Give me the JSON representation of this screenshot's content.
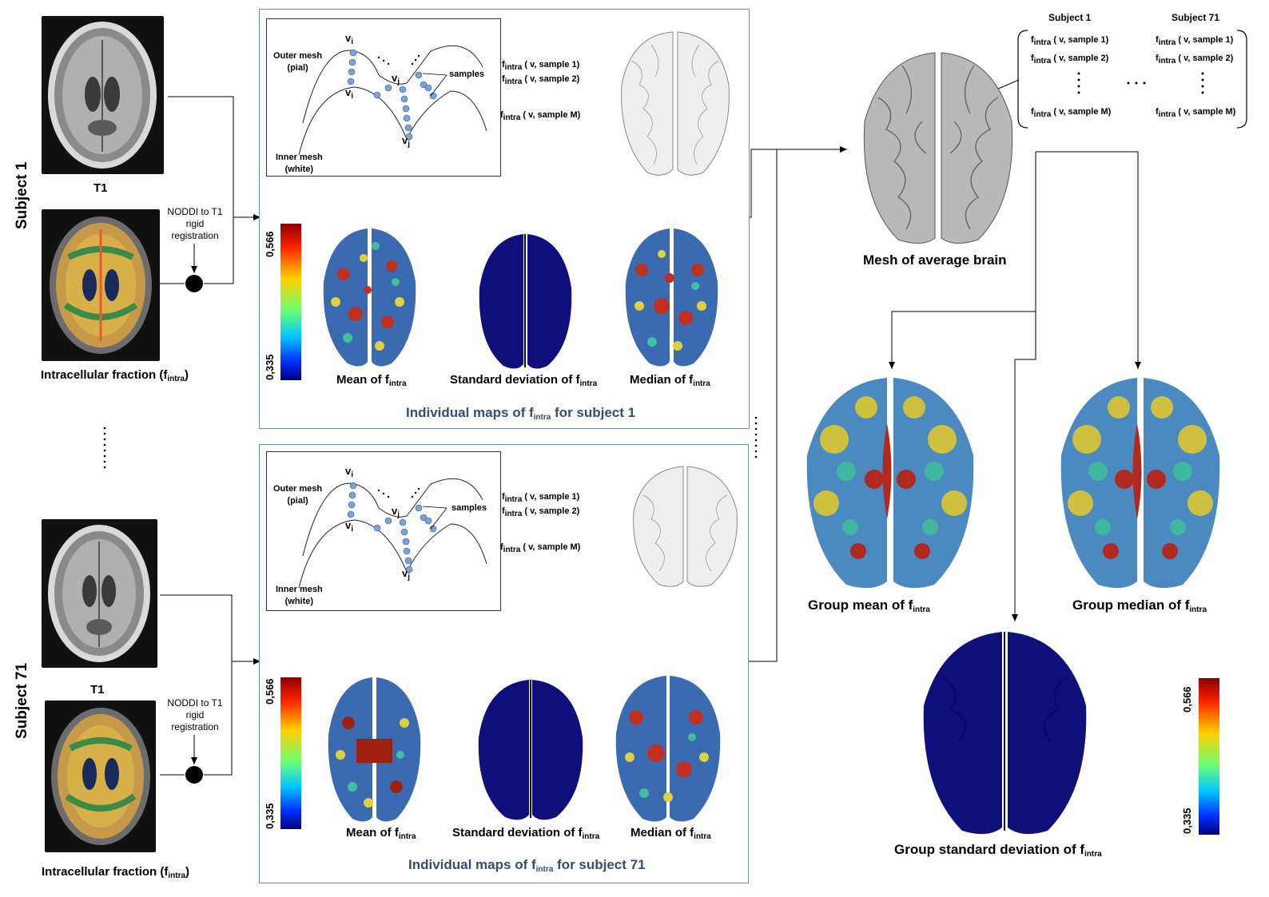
{
  "subjects": {
    "s1_label": "Subject 1",
    "s71_label": "Subject 71"
  },
  "left": {
    "t1": "T1",
    "registration": [
      "NODDI to T1",
      "rigid",
      "registration"
    ],
    "fraction_prefix": "Intracellular fraction (f",
    "fraction_sub": "intra",
    "fraction_suffix": ")"
  },
  "inset": {
    "outer": [
      "Outer mesh",
      "(pial)"
    ],
    "inner": [
      "Inner mesh",
      "(white)"
    ],
    "samples": "samples",
    "vi": "v",
    "vi_sub": "i",
    "vj_sub": "j",
    "f_sub": "intra",
    "sample1": "( v, sample 1)",
    "sample2": "( v, sample 2)",
    "sampleM": "( v, sample M)"
  },
  "maps": {
    "mean_prefix": "Mean of f",
    "std_prefix": "Standard deviation of f",
    "median_prefix": "Median of f",
    "sub": "intra"
  },
  "captions": {
    "s1": {
      "prefix": "Individual maps of f",
      "sub": "intra",
      "suffix": " for subject 1"
    },
    "s71": {
      "prefix": "Individual maps of f",
      "sub": "intra",
      "suffix": " for subject 71"
    }
  },
  "colorbar": {
    "max": "0,566",
    "min": "0,335"
  },
  "right": {
    "avg_mesh": "Mesh of average brain",
    "subject1": "Subject 1",
    "subject71": "Subject 71",
    "group_mean_prefix": "Group mean of f",
    "group_median_prefix": "Group median of f",
    "group_std_prefix": "Group standard deviation of f",
    "sub": "intra"
  },
  "colors": {
    "panel_border": "#6a8db0",
    "caption": "#2d4f7a",
    "sample_dot": "#7aa3d6",
    "low": "#00007a",
    "high": "#8b0000"
  }
}
